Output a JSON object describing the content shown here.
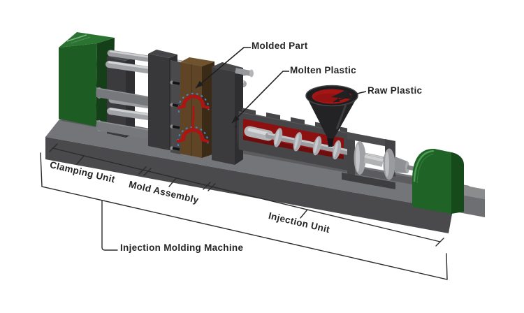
{
  "diagram": {
    "labels": {
      "molded_part": "Molded Part",
      "molten_plastic": "Molten Plastic",
      "raw_plastic": "Raw Plastic",
      "clamping_unit": "Clamping Unit",
      "mold_assembly": "Mold Assembly",
      "injection_unit": "Injection Unit",
      "machine": "Injection Molding Machine"
    },
    "colors": {
      "background": "#ffffff",
      "machine_green": "#1f6326",
      "base_gray": "#4a4a4d",
      "plastic_red": "#a41616",
      "mold_bronze": "#5f4526",
      "cooling_dot_blue": "#4d80c0",
      "annotation_ink": "#242424"
    }
  }
}
